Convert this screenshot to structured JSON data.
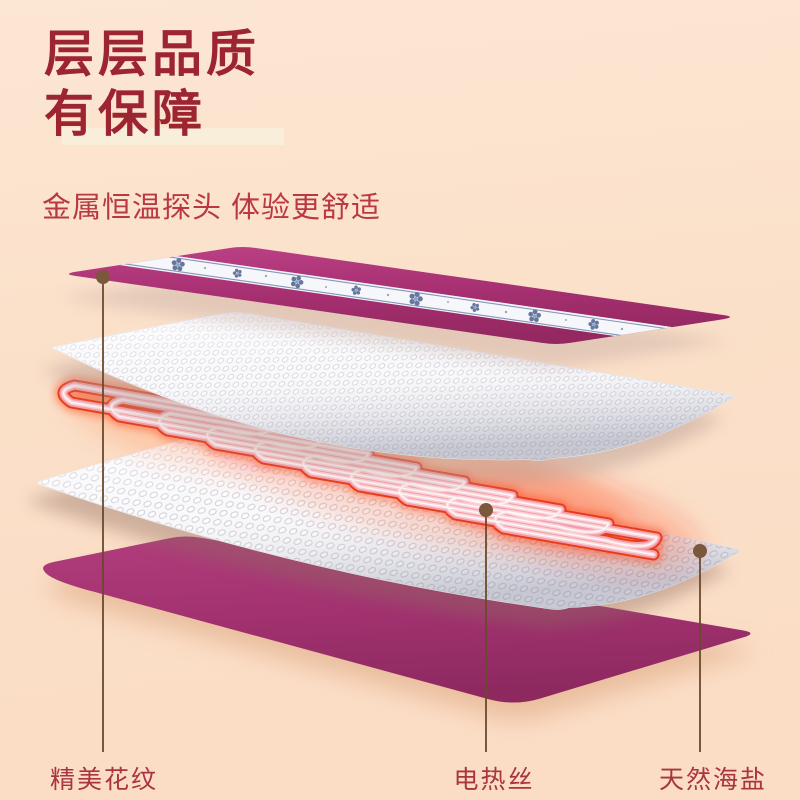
{
  "heading": {
    "title_line1": "层层品质",
    "title_line2": "有保障",
    "subtitle": "金属恒温探头 体验更舒适"
  },
  "callouts": [
    {
      "label": "精美花纹"
    },
    {
      "label": "电热丝"
    },
    {
      "label": "天然海盐"
    }
  ],
  "colors": {
    "background_peach": "#fbe0c9",
    "title_red": "#9d2532",
    "title_highlight": "#f9eed9",
    "subtitle_red": "#ba3844",
    "label_red": "#a83540",
    "cover_magenta": "#a8316f",
    "floral_band_blue": "#67789f",
    "fabric_white": "#f9f9fb",
    "wire_red": "#e63d17",
    "wire_pink": "#f49cab",
    "leader_brown": "#6a492e"
  }
}
